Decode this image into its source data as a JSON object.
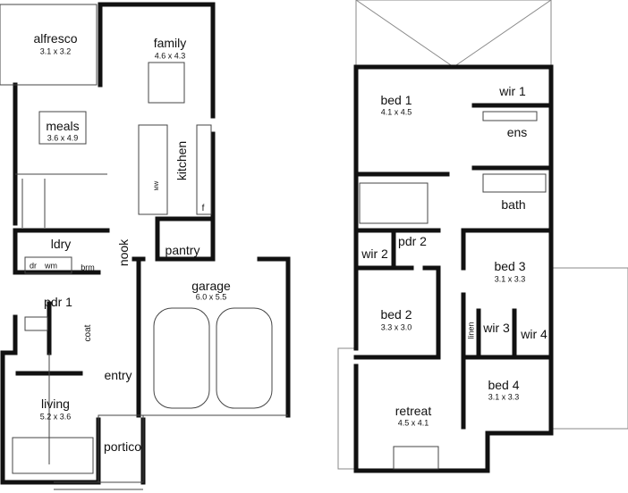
{
  "ground_floor": {
    "rooms": {
      "alfresco": {
        "name": "alfresco",
        "size": "3.1 x 3.2"
      },
      "family": {
        "name": "family",
        "size": "4.6 x 4.3"
      },
      "meals": {
        "name": "meals",
        "size": "3.6 x 4.9"
      },
      "kitchen": {
        "name": "kitchen"
      },
      "ldry": {
        "name": "ldry"
      },
      "nook": {
        "name": "nook"
      },
      "pantry": {
        "name": "pantry"
      },
      "garage": {
        "name": "garage",
        "size": "6.0 x 5.5"
      },
      "pdr1": {
        "name": "pdr 1"
      },
      "entry": {
        "name": "entry"
      },
      "living": {
        "name": "living",
        "size": "5.2 x 3.6"
      },
      "portico": {
        "name": "portico"
      }
    },
    "fixtures": {
      "dr": "dr",
      "wm": "wm",
      "brm": "brm",
      "coat": "coat",
      "mw": "MW",
      "fridge": "f"
    }
  },
  "upper_floor": {
    "rooms": {
      "bed1": {
        "name": "bed 1",
        "size": "4.1 x 4.5"
      },
      "wir1": {
        "name": "wir 1"
      },
      "ens": {
        "name": "ens"
      },
      "bath": {
        "name": "bath"
      },
      "wir2": {
        "name": "wir 2"
      },
      "pdr2": {
        "name": "pdr 2"
      },
      "bed3": {
        "name": "bed 3",
        "size": "3.1 x 3.3"
      },
      "bed2": {
        "name": "bed 2",
        "size": "3.3 x 3.0"
      },
      "linen": {
        "name": "linen"
      },
      "wir3": {
        "name": "wir 3"
      },
      "wir4": {
        "name": "wir 4"
      },
      "retreat": {
        "name": "retreat",
        "size": "4.5 x 4.1"
      },
      "bed4": {
        "name": "bed 4",
        "size": "3.1 x 3.3"
      }
    }
  }
}
